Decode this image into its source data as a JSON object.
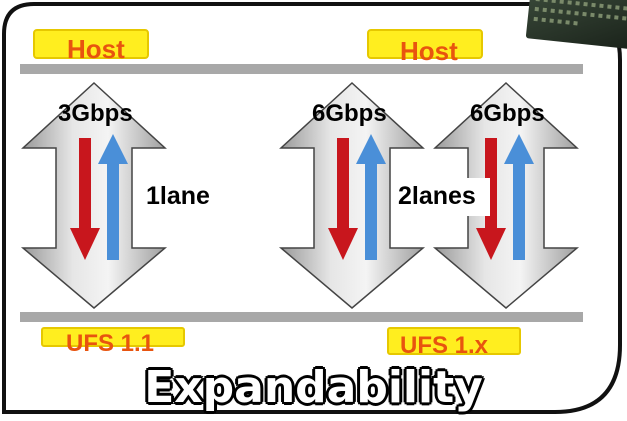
{
  "hosts": {
    "left": "Host",
    "right": "Host"
  },
  "devices": {
    "left": "UFS 1.1",
    "right": "UFS 1.x"
  },
  "speeds": {
    "left": "3Gbps",
    "middle": "6Gbps",
    "right": "6Gbps"
  },
  "lanes": {
    "left": "1lane",
    "right": "2lanes"
  },
  "title": "Expandability",
  "colors": {
    "host_highlight": "#ffee1f",
    "label_orange": "#e8540f",
    "arrow_red": "#c8161d",
    "arrow_blue": "#4a8fd8",
    "bar_gray": "#a8a8a8",
    "frame_black": "#111111"
  }
}
